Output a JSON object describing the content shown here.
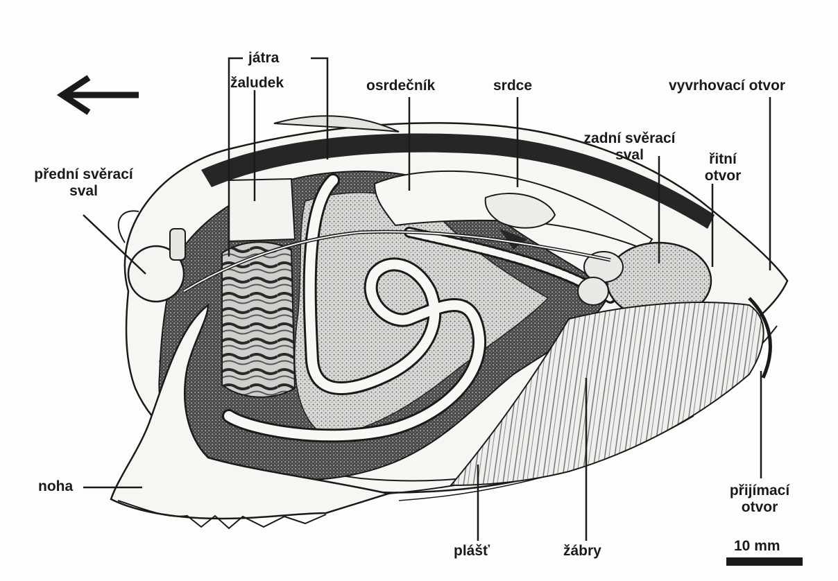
{
  "labels": {
    "jatra": "játra",
    "zaludek": "žaludek",
    "osrdecnik": "osrdečník",
    "srdce": "srdce",
    "vyvrhovaci_otvor": "vyvrhovací otvor",
    "predni_sverac_line1": "přední svěrací",
    "predni_sverac_line2": "sval",
    "zadni_sverac_line1": "zadní svěrací",
    "zadni_sverac_line2": "sval",
    "ritni_line1": "řitní",
    "ritni_line2": "otvor",
    "noha": "noha",
    "plast": "plášť",
    "zabry": "žábry",
    "prijimaci_line1": "přijímací",
    "prijimaci_line2": "otvor"
  },
  "scale_bar": {
    "label": "10 mm"
  },
  "colors": {
    "ink": "#1a1a1a",
    "paper": "#fdfdfb",
    "shade": "#3a3a3a",
    "light_shade": "#9a9a9a"
  }
}
